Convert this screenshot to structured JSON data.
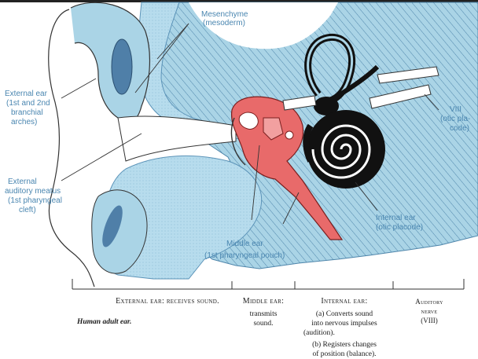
{
  "labels": {
    "mesenchyme": "Mesenchyme",
    "mesenchyme_sub": "(mesoderm)",
    "external_ear_1": "External ear",
    "external_ear_2": "(1st and 2nd",
    "external_ear_3": "branchial",
    "external_ear_4": "arches)",
    "external_meatus_1": "External",
    "external_meatus_2": "auditory meatus",
    "external_meatus_3": "(1st pharyngeal",
    "external_meatus_4": "cleft)",
    "middle_ear_1": "Middle ear",
    "middle_ear_2": "(1st pharyngeal pouch)",
    "internal_ear_1": "Internal ear",
    "internal_ear_2": "(otic placode)",
    "nerve_1": "VIII",
    "nerve_2": "(otic pla-",
    "nerve_3": "code)"
  },
  "captions": {
    "external_ear": "External ear: receives sound.",
    "middle_ear_title": "Middle ear:",
    "middle_ear_text_1": "transmits",
    "middle_ear_text_2": "sound.",
    "internal_ear_title": "Internal ear:",
    "internal_a_1": "(a)  Converts sound",
    "internal_a_2": "into nervous impulses",
    "internal_a_3": "(audition).",
    "internal_b_1": "(b)  Registers changes",
    "internal_b_2": "of position (balance).",
    "auditory_nerve_1": "Auditory",
    "auditory_nerve_2": "nerve",
    "auditory_nerve_3": "(VIII)",
    "human_adult_ear": "Human adult ear."
  },
  "colors": {
    "blue": "#aad4e6",
    "blue_dark": "#5b93b8",
    "red": "#e86a6a",
    "red_light": "#f2a0a0",
    "ink": "#1a1a1a",
    "label": "#4a86b0"
  }
}
